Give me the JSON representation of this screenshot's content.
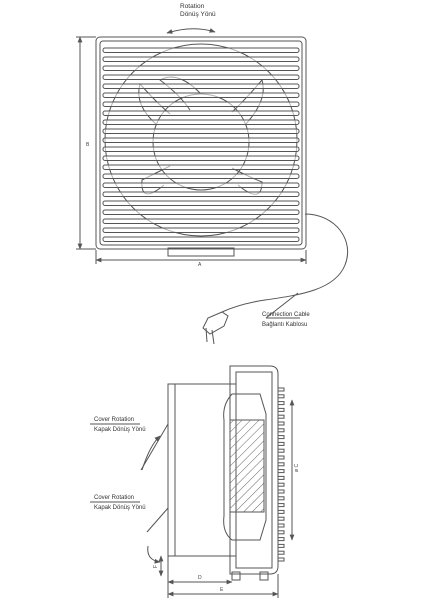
{
  "labels": {
    "rotation_en": "Rotation",
    "rotation_tr": "Dönüş Yönü",
    "cable_en": "Connection Cable",
    "cable_tr": "Bağlantı Kablosu",
    "cover_rotation_1_en": "Cover Rotation",
    "cover_rotation_1_tr": "Kapak Dönüş Yönü",
    "cover_rotation_2_en": "Cover Rotation",
    "cover_rotation_2_tr": "Kapak Dönüş Yönü"
  },
  "dimensions": {
    "a": "A",
    "b": "B",
    "c": "ø C",
    "d": "D",
    "e": "E",
    "f": "F"
  },
  "colors": {
    "line": "#555555",
    "fill": "#ffffff",
    "hatch": "#666666"
  }
}
